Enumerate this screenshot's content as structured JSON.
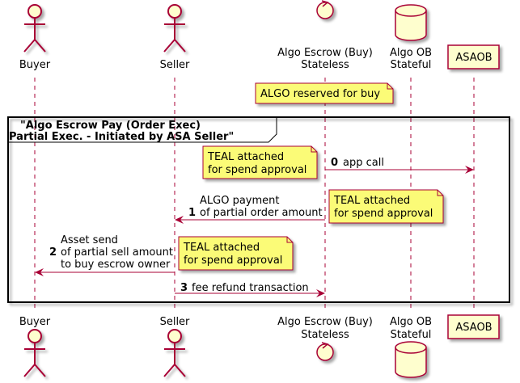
{
  "participants": [
    {
      "id": "buyer",
      "type": "actor",
      "label_lines": [
        "Buyer"
      ]
    },
    {
      "id": "seller",
      "type": "actor",
      "label_lines": [
        "Seller"
      ]
    },
    {
      "id": "escrow",
      "type": "control",
      "label_lines": [
        "Algo Escrow (Buy)",
        "Stateless"
      ]
    },
    {
      "id": "ob",
      "type": "database",
      "label_lines": [
        "Algo OB",
        "Stateful"
      ]
    },
    {
      "id": "asaob",
      "type": "box",
      "label_lines": [
        "ASAOB"
      ]
    }
  ],
  "notes": [
    {
      "id": "algo-reserved",
      "lines": [
        "ALGO reserved for buy"
      ]
    },
    {
      "id": "teal-1",
      "lines": [
        "TEAL attached",
        "for spend approval"
      ]
    },
    {
      "id": "teal-2",
      "lines": [
        "TEAL attached",
        "for spend approval"
      ]
    },
    {
      "id": "teal-3",
      "lines": [
        "TEAL attached",
        "for spend approval"
      ]
    }
  ],
  "group": {
    "lines": [
      "\"Algo Escrow Pay (Order Exec)",
      "Partial Exec. - Initiated by ASA Seller\""
    ]
  },
  "messages": [
    {
      "num": "0",
      "from": "escrow",
      "to": "asaob",
      "lines": [
        "app call"
      ]
    },
    {
      "num": "1",
      "from": "escrow",
      "to": "seller",
      "lines": [
        "ALGO payment",
        "of partial order amount"
      ]
    },
    {
      "num": "2",
      "from": "seller",
      "to": "buyer",
      "lines": [
        "Asset send",
        "of partial sell amount",
        "to buy escrow owner"
      ]
    },
    {
      "num": "3",
      "from": "seller",
      "to": "escrow",
      "lines": [
        "fee refund transaction"
      ]
    }
  ],
  "colors": {
    "line": "#A80036",
    "fill": "#FEFECE",
    "note_fill": "#FBFB77",
    "note_border": "#A80036",
    "frame": "#000000"
  }
}
